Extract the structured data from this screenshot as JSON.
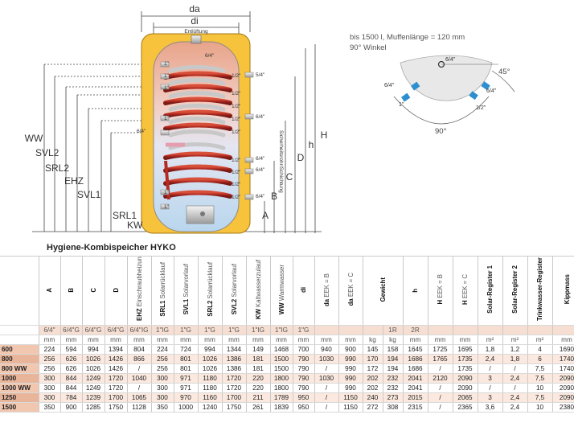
{
  "diagram": {
    "dim_labels": {
      "da": "da",
      "di": "di",
      "ww": "WW",
      "svl2": "SVL2",
      "srl2": "SRL2",
      "ehz": "EHZ",
      "svl1": "SVL1",
      "srl1": "SRL1",
      "kw": "KW",
      "h_cap": "H",
      "h_low": "h",
      "d": "D",
      "c": "C",
      "b": "B",
      "a": "A"
    },
    "top_label": "Entlüftung",
    "vertical_note": "Sicherheitsrohr/Schichtung",
    "fittings": {
      "top": "6/4\"",
      "left_1": "1\"",
      "left_2": "1\"",
      "left_3": "1\"",
      "left_4": "1\"",
      "left_5": "6/4\"",
      "left_6": "1\"",
      "left_7": "1\"",
      "mid_1": "1/2\"",
      "mid_2": "1/2\"",
      "mid_3": "1/2\"",
      "mid_4": "1/2\"",
      "mid_5": "1/2\"",
      "mid_6": "1/2\"",
      "mid_7": "1/2\"",
      "mid_8": "1/2\"",
      "mid_9": "1/2\"",
      "right_1": "5/4\"",
      "right_2": "6/4\"",
      "right_3": "6/4\"",
      "right_4": "6/4\"",
      "right_5": "6/4\""
    },
    "note": {
      "line1": "bis 1500 l, Muffenlänge = 120 mm",
      "line2": "90° Winkel"
    },
    "plan": {
      "top": "6/4\"",
      "left_a": "6/4\"",
      "left_b": "1\"",
      "right_a": "6/4\"",
      "right_b": "1/2\"",
      "angle_45": "45°",
      "angle_90": "90°"
    }
  },
  "table": {
    "title": "Hygiene-Kombispeicher HYKO",
    "columns": [
      {
        "name": "A",
        "sub": ""
      },
      {
        "name": "B",
        "sub": ""
      },
      {
        "name": "C",
        "sub": ""
      },
      {
        "name": "D",
        "sub": ""
      },
      {
        "name": "EHZ",
        "sub": "Einschraubheizung"
      },
      {
        "name": "SRL1",
        "sub": "Solarrücklauf"
      },
      {
        "name": "SVL1",
        "sub": "Solarvorlauf"
      },
      {
        "name": "SRL2",
        "sub": "Solarrücklauf"
      },
      {
        "name": "SVL2",
        "sub": "Solarvorlauf"
      },
      {
        "name": "KW",
        "sub": "Kaltwasserzulauf"
      },
      {
        "name": "WW",
        "sub": "Warmwasser"
      },
      {
        "name": "di",
        "sub": ""
      },
      {
        "name": "da",
        "sub": "EEK = B"
      },
      {
        "name": "da",
        "sub": "EEK = C"
      },
      {
        "name": "Gewicht",
        "sub": ""
      },
      {
        "name": "h",
        "sub": ""
      },
      {
        "name": "H",
        "sub": "EEK = B"
      },
      {
        "name": "H",
        "sub": "EEK = C"
      },
      {
        "name": "Solar-Register 1",
        "sub": ""
      },
      {
        "name": "Solar-Register 2",
        "sub": ""
      },
      {
        "name": "Trinkwasser-Register",
        "sub": ""
      },
      {
        "name": "Kippmass",
        "sub": ""
      }
    ],
    "connections": [
      "6/4\"",
      "6/4\"G",
      "6/4\"G",
      "6/4\"G",
      "6/4\"IG",
      "1\"IG",
      "1\"G",
      "1\"G",
      "1\"G",
      "1\"IG",
      "1\"IG",
      "1\"G",
      "",
      "",
      "",
      "1R",
      "2R",
      "",
      "",
      "",
      "",
      "",
      "",
      ""
    ],
    "units": [
      "mm",
      "mm",
      "mm",
      "mm",
      "mm",
      "mm",
      "mm",
      "mm",
      "mm",
      "mm",
      "mm",
      "mm",
      "mm",
      "mm",
      "kg",
      "kg",
      "mm",
      "mm",
      "mm",
      "m²",
      "m²",
      "m²",
      "mm"
    ],
    "rows": [
      {
        "label": "600",
        "cells": [
          "224",
          "594",
          "994",
          "1394",
          "804",
          "224",
          "724",
          "994",
          "1344",
          "149",
          "1468",
          "700",
          "940",
          "900",
          "145",
          "158",
          "1645",
          "1725",
          "1695",
          "1,8",
          "1,2",
          "4",
          "1690"
        ]
      },
      {
        "label": "800",
        "cells": [
          "256",
          "626",
          "1026",
          "1426",
          "866",
          "256",
          "801",
          "1026",
          "1386",
          "181",
          "1500",
          "790",
          "1030",
          "990",
          "170",
          "194",
          "1686",
          "1765",
          "1735",
          "2,4",
          "1,8",
          "6",
          "1740"
        ]
      },
      {
        "label": "800 WW",
        "cells": [
          "256",
          "626",
          "1026",
          "1426",
          "/",
          "256",
          "801",
          "1026",
          "1386",
          "181",
          "1500",
          "790",
          "/",
          "990",
          "172",
          "194",
          "1686",
          "/",
          "1735",
          "/",
          "/",
          "7,5",
          "1740"
        ]
      },
      {
        "label": "1000",
        "cells": [
          "300",
          "844",
          "1249",
          "1720",
          "1040",
          "300",
          "971",
          "1180",
          "1720",
          "220",
          "1800",
          "790",
          "1030",
          "990",
          "202",
          "232",
          "2041",
          "2120",
          "2090",
          "3",
          "2,4",
          "7,5",
          "2090"
        ]
      },
      {
        "label": "1000 WW",
        "cells": [
          "300",
          "844",
          "1249",
          "1720",
          "/",
          "300",
          "971",
          "1180",
          "1720",
          "220",
          "1800",
          "790",
          "/",
          "990",
          "202",
          "232",
          "2041",
          "/",
          "2090",
          "/",
          "/",
          "10",
          "2090"
        ]
      },
      {
        "label": "1250",
        "cells": [
          "300",
          "784",
          "1239",
          "1700",
          "1065",
          "300",
          "970",
          "1160",
          "1700",
          "211",
          "1789",
          "950",
          "/",
          "1150",
          "240",
          "273",
          "2015",
          "/",
          "2065",
          "3",
          "2,4",
          "7,5",
          "2090"
        ]
      },
      {
        "label": "1500",
        "cells": [
          "350",
          "900",
          "1285",
          "1750",
          "1128",
          "350",
          "1000",
          "1240",
          "1750",
          "261",
          "1839",
          "950",
          "/",
          "1150",
          "272",
          "308",
          "2315",
          "/",
          "2365",
          "3,6",
          "2,4",
          "10",
          "2380"
        ]
      }
    ]
  }
}
